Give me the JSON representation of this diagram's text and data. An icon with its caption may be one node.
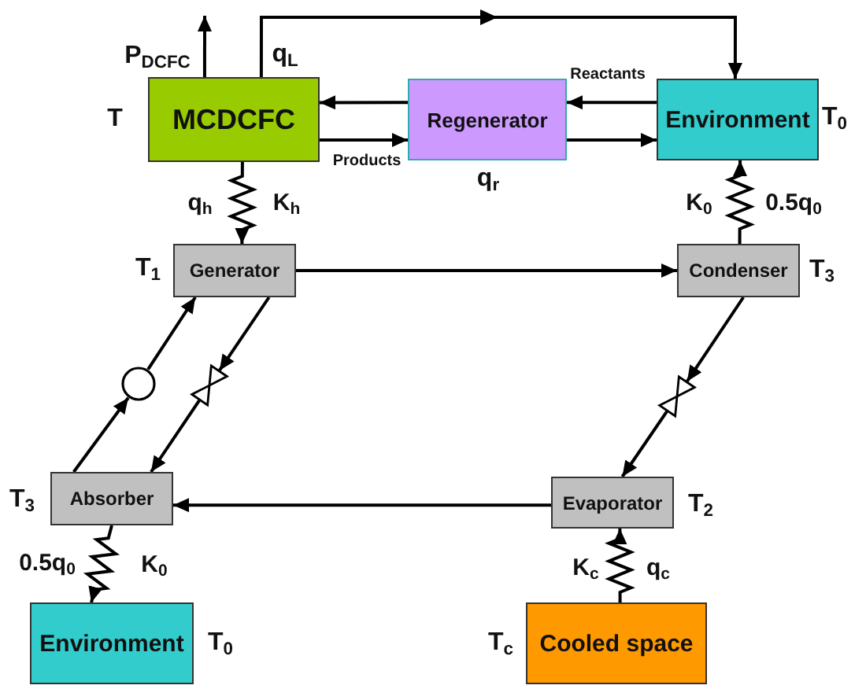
{
  "diagram": {
    "nodes": [
      {
        "text": [
          "MCDCFC"
        ],
        "beside": [
          "T"
        ]
      },
      {
        "text": [
          "Regenerator"
        ],
        "beside": [
          "q$_{r}$"
        ]
      },
      {
        "text": [
          "Environment"
        ],
        "beside": [
          "T$_{0}$"
        ]
      },
      {
        "text": [
          "Generator"
        ],
        "beside": [
          "T$_{1}$"
        ]
      },
      {
        "text": [
          "Condenser"
        ],
        "beside": [
          "T$_{3}$"
        ]
      },
      {
        "text": [],
        "shape": "circle"
      },
      {
        "text": [],
        "shape": "valve"
      },
      {
        "text": [],
        "shape": "valve"
      },
      {
        "text": [
          "Absorber"
        ],
        "beside": [
          "T$_{3}$"
        ]
      },
      {
        "text": [
          "Evaporator"
        ],
        "beside": [
          "T$_{2}$"
        ]
      },
      {
        "text": [
          "Environment"
        ],
        "beside": [
          "T$_{0}$"
        ]
      },
      {
        "text": [
          "Cooled space"
        ],
        "beside": [
          "T$_{c}$"
        ]
      }
    ],
    "edges": [
      {
        "from": 0,
        "to": null,
        "arrow": "to",
        "label": "P$_{DCFC}$"
      },
      {
        "from": 0,
        "to": 2,
        "arrow": "to",
        "label": "q$_{L}$"
      },
      {
        "from": 1,
        "to": 0,
        "arrow": "to"
      },
      {
        "from": 0,
        "to": 1,
        "arrow": "to",
        "label": "Products"
      },
      {
        "from": 2,
        "to": 1,
        "arrow": "to",
        "label": "Reactants"
      },
      {
        "from": 1,
        "to": 2,
        "arrow": "to"
      },
      {
        "from": 0,
        "to": 3,
        "arrow": "to",
        "label": "q$_{h}$"
      },
      {
        "from": 4,
        "to": 2,
        "arrow": "to",
        "label": "0.5q$_{0}$"
      },
      {
        "from": 3,
        "to": 4,
        "arrow": "to"
      },
      {
        "from": 3,
        "to": 6,
        "arrow": "to"
      },
      {
        "from": 6,
        "to": 8,
        "arrow": "to"
      },
      {
        "from": 8,
        "to": 5,
        "arrow": "to"
      },
      {
        "from": 5,
        "to": 3,
        "arrow": "to"
      },
      {
        "from": 4,
        "to": 7,
        "arrow": "to"
      },
      {
        "from": 7,
        "to": 9,
        "arrow": "to"
      },
      {
        "from": 9,
        "to": 8,
        "arrow": "to"
      },
      {
        "from": 8,
        "to": 10,
        "arrow": "to",
        "label": "0.5q$_{0}$"
      },
      {
        "from": 11,
        "to": 9,
        "arrow": "to",
        "label": "q$_{c}$"
      }
    ],
    "labels": [
      "K$_{h}$",
      "K$_{0}$",
      "K$_{0}$",
      "K$_{c}$"
    ]
  }
}
